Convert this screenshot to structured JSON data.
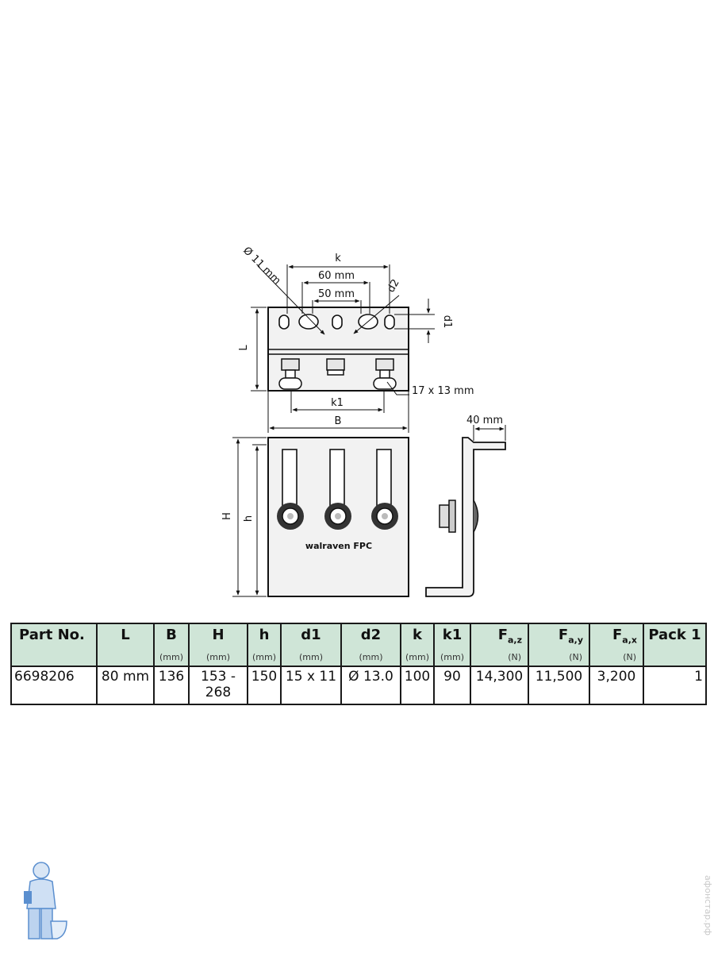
{
  "drawing": {
    "dims": {
      "hole_dia": "Ø 11 mm",
      "k": "k",
      "d60": "60 mm",
      "d50": "50 mm",
      "d2": "d2",
      "d1": "d1",
      "L": "L",
      "slot": "17 x 13 mm",
      "k1": "k1",
      "B": "B",
      "depth": "40 mm",
      "H": "H",
      "h": "h"
    },
    "brand": "walraven FPC"
  },
  "table": {
    "headers": [
      {
        "label": "Part No.",
        "unit": ""
      },
      {
        "label": "L",
        "unit": ""
      },
      {
        "label": "B",
        "unit": "(mm)"
      },
      {
        "label": "H",
        "unit": "(mm)"
      },
      {
        "label": "h",
        "unit": "(mm)"
      },
      {
        "label": "d1",
        "unit": "(mm)"
      },
      {
        "label": "d2",
        "unit": "(mm)"
      },
      {
        "label": "k",
        "unit": "(mm)"
      },
      {
        "label": "k1",
        "unit": "(mm)"
      },
      {
        "label": "F",
        "sub": "a,z",
        "unit": "(N)"
      },
      {
        "label": "F",
        "sub": "a,y",
        "unit": "(N)"
      },
      {
        "label": "F",
        "sub": "a,x",
        "unit": "(N)"
      },
      {
        "label": "Pack 1",
        "unit": ""
      }
    ],
    "rows": [
      {
        "part_no": "6698206",
        "L": "80 mm",
        "B": "136",
        "H_line1": "153 -",
        "H_line2": "268",
        "h": "150",
        "d1": "15 x 11",
        "d2": "Ø 13.0",
        "k": "100",
        "k1": "90",
        "Faz": "14,300",
        "Fay": "11,500",
        "Fax": "3,200",
        "pack": "1"
      }
    ]
  },
  "footer": {
    "watermark": "афонстар.рф"
  },
  "colors": {
    "header_bg": "#cfe5d7",
    "mascot_blue": "#5b8fcf"
  }
}
